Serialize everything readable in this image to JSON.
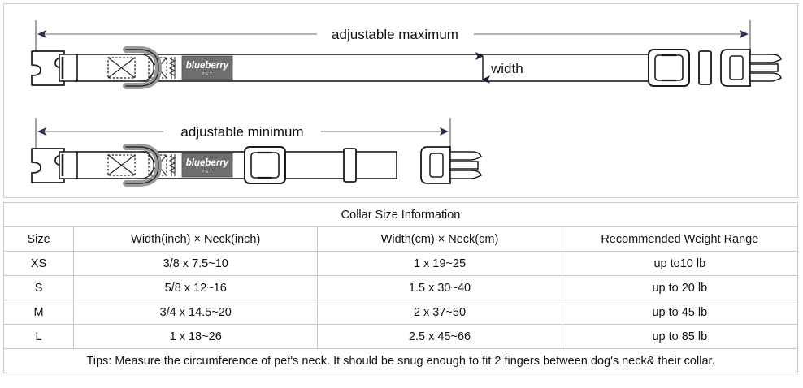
{
  "diagram": {
    "max_label": "adjustable maximum",
    "min_label": "adjustable minimum",
    "width_label": "width",
    "brand_label": "blueberry",
    "brand_sub_label": "PET",
    "colors": {
      "arrow": "#2b2f55",
      "line": "#6b6b6b",
      "outline": "#1a1a1a",
      "panel_border": "#cfcfcf",
      "tag_fill": "#6e6e6e"
    }
  },
  "table": {
    "title": "Collar Size Information",
    "headers": [
      "Size",
      "Width(inch)  ×  Neck(inch)",
      "Width(cm)  ×  Neck(cm)",
      "Recommended Weight Range"
    ],
    "rows": [
      [
        "XS",
        "3/8 x 7.5~10",
        "1 x 19~25",
        "up to10 lb"
      ],
      [
        "S",
        "5/8 x 12~16",
        "1.5 x 30~40",
        "up to 20 lb"
      ],
      [
        "M",
        "3/4 x 14.5~20",
        "2 x 37~50",
        "up to 45 lb"
      ],
      [
        "L",
        "1 x 18~26",
        "2.5 x 45~66",
        "up to 85 lb"
      ]
    ],
    "tips": "Tips: Measure the circumference of pet's neck. It should be snug enough to fit 2 fingers between dog's neck& their collar."
  }
}
